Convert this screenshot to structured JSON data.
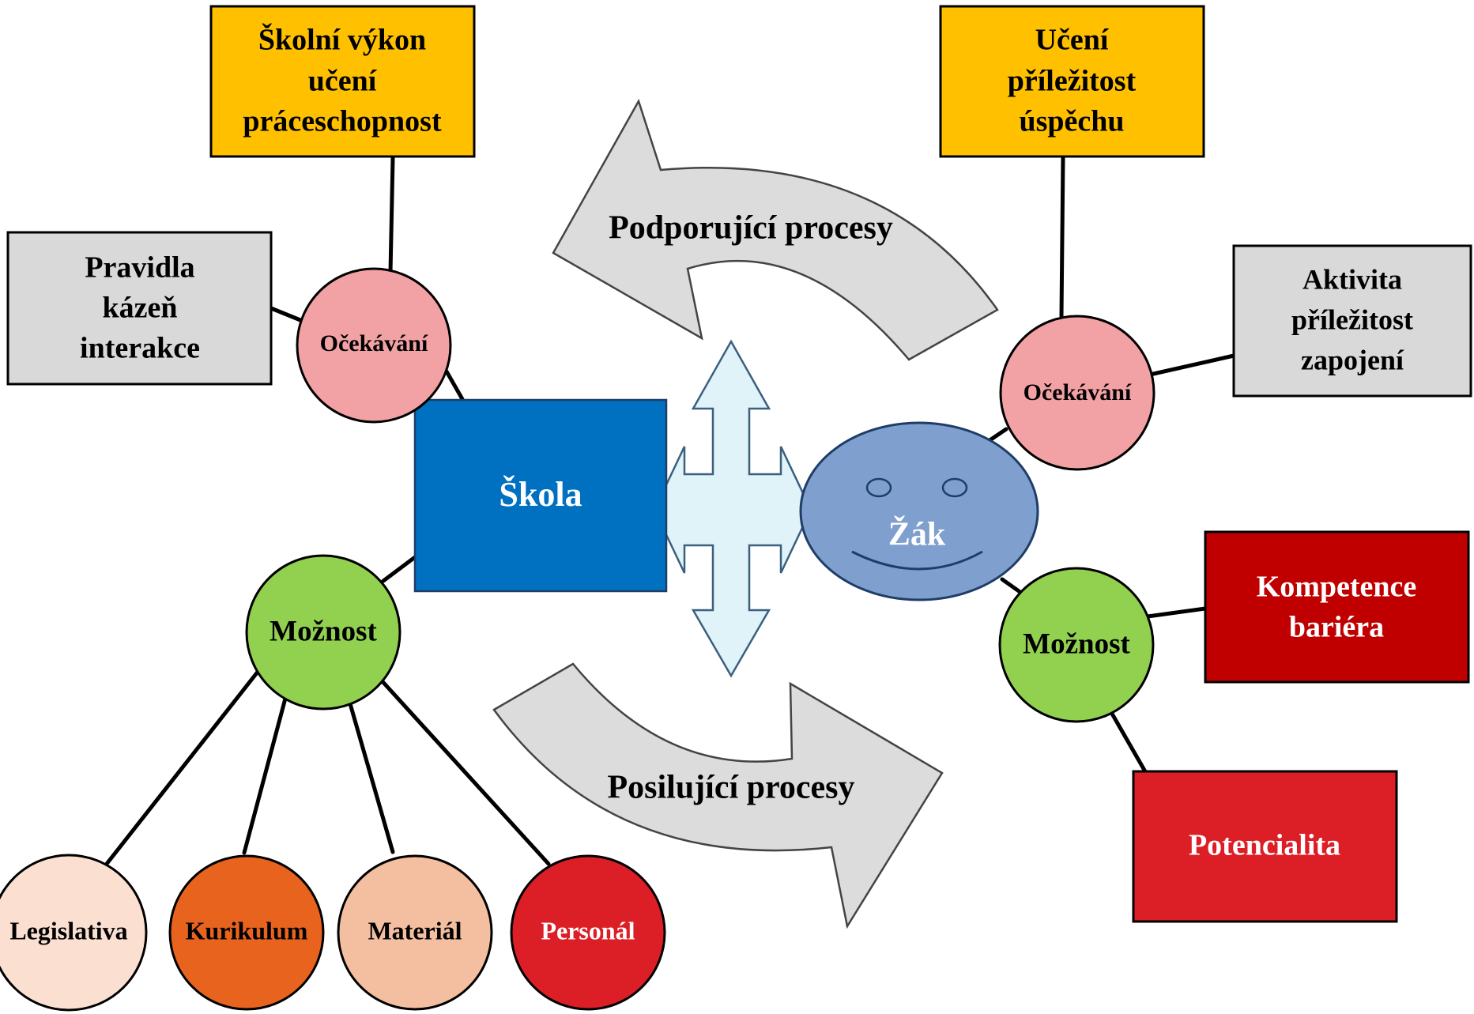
{
  "colors": {
    "school_blue": "#0070c0",
    "pupil_blue": "#7f9fcf",
    "expectation_pink": "#f2a2a5",
    "possibility_green": "#92d050",
    "goal_gold": "#ffc000",
    "rule_grey": "#d9d9d9",
    "arrow_grey": "#dcdcdc",
    "cross_arrow": "#dff3f8",
    "dark_red": "#c00000",
    "red": "#dc1f26",
    "legislation": "#fbe0d2",
    "curriculum": "#e8641e",
    "material": "#f4bfa0",
    "staff": "#dc1f26"
  },
  "school": {
    "label": "Škola"
  },
  "pupil": {
    "label": "Žák"
  },
  "arrows": {
    "supporting": "Podporující procesy",
    "reinforcing": "Posilující procesy"
  },
  "school_side": {
    "expectation": "Očekávání",
    "possibility": "Možnost",
    "performance_box": [
      "Školní výkon",
      "učení",
      "práceschopnost"
    ],
    "rules_box": [
      "Pravidla",
      "kázeň",
      "interakce"
    ],
    "resources": [
      {
        "label": "Legislativa"
      },
      {
        "label": "Kurikulum"
      },
      {
        "label": "Materiál"
      },
      {
        "label": "Personál"
      }
    ]
  },
  "pupil_side": {
    "expectation": "Očekávání",
    "possibility": "Možnost",
    "learning_box": [
      "Učení",
      "příležitost",
      "úspěchu"
    ],
    "activity_box": [
      "Aktivita",
      "příležitost",
      "zapojení"
    ],
    "competence_box": [
      "Kompetence",
      "bariéra"
    ],
    "potential_box": [
      "Potencialita"
    ]
  }
}
